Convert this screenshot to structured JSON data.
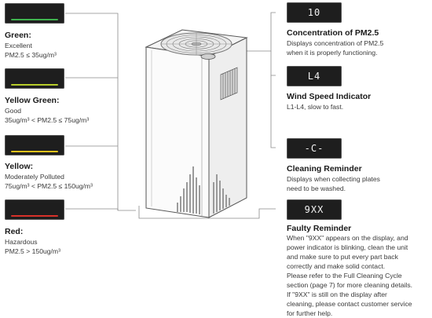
{
  "colors": {
    "green": "#3fb34f",
    "yellow_green": "#b7cc2a",
    "yellow": "#e8c21b",
    "red": "#d8312a",
    "display_bg": "#1e1e1e"
  },
  "left_panel": {
    "green": {
      "title": "Green:",
      "line1": "Excellent",
      "line2": "PM2.5 ≤ 35ug/m³"
    },
    "yellow_green": {
      "title": "Yellow Green:",
      "line1": "Good",
      "line2": "35ug/m³ <  PM2.5 ≤ 75ug/m³"
    },
    "yellow": {
      "title": "Yellow:",
      "line1": "Moderately Polluted",
      "line2": "75ug/m³ < PM2.5 ≤ 150ug/m³"
    },
    "red": {
      "title": "Red:",
      "line1": "Hazardous",
      "line2": "PM2.5  > 150ug/m³"
    }
  },
  "right_panel": {
    "pm25": {
      "display": "10",
      "title": "Concentration of PM2.5",
      "line1": "Displays concentration of PM2.5",
      "line2": "when it is properly functioning."
    },
    "wind": {
      "display": "L4",
      "title": "Wind Speed Indicator",
      "line1": "L1-L4, slow to fast."
    },
    "cleaning": {
      "display": "-C-",
      "title": "Cleaning Reminder",
      "line1": "Displays when collecting plates",
      "line2": "need to be washed."
    },
    "faulty": {
      "display": "9XX",
      "title": "Faulty Reminder",
      "lines": [
        "When \"9XX\" appears on the display, and",
        "power indicator is blinking, clean the unit",
        "and make sure to put every part back",
        "correctly and make solid contact.",
        "Please refer to the Full Cleaning Cycle",
        "section (page 7) for more cleaning details.",
        "If \"9XX\" is still on the display after",
        "cleaning, please contact customer service",
        "for further help."
      ]
    }
  }
}
